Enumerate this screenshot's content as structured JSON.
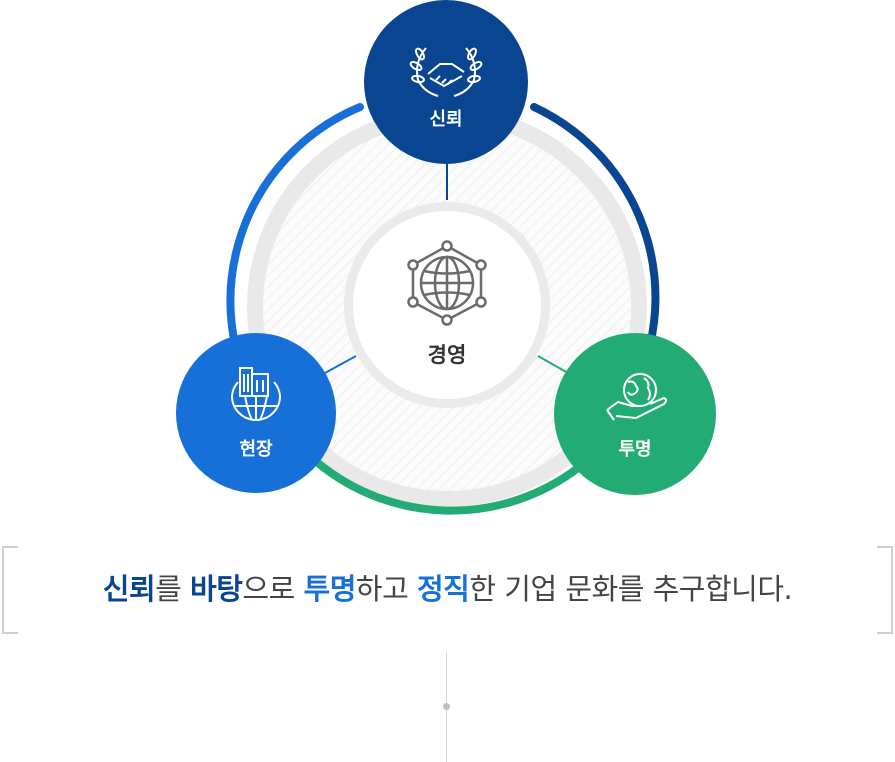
{
  "center": {
    "label": "경영",
    "icon": "globe-network-icon"
  },
  "nodes": {
    "trust": {
      "label": "신뢰",
      "icon": "handshake-laurel-icon",
      "color": "#0a4591"
    },
    "field": {
      "label": "현장",
      "icon": "city-globe-icon",
      "color": "#1770d7"
    },
    "transparency": {
      "label": "투명",
      "icon": "hand-globe-icon",
      "color": "#22ab74"
    }
  },
  "slogan": {
    "parts": [
      {
        "text": "신뢰",
        "emphasis": true,
        "color": "#0a4591"
      },
      {
        "text": "를 ",
        "emphasis": false
      },
      {
        "text": "바탕",
        "emphasis": true,
        "color": "#0a4591"
      },
      {
        "text": "으로 ",
        "emphasis": false
      },
      {
        "text": "투명",
        "emphasis": true,
        "color": "#1770d7"
      },
      {
        "text": "하고 ",
        "emphasis": false
      },
      {
        "text": "정직",
        "emphasis": true,
        "color": "#1770d7"
      },
      {
        "text": "한 기업 문화를 추구합니다.",
        "emphasis": false
      }
    ]
  },
  "colors": {
    "ring_blue": "#1770d7",
    "ring_navy": "#0a4591",
    "ring_green": "#22ab74",
    "ring_gray": "#e9e9e9"
  }
}
